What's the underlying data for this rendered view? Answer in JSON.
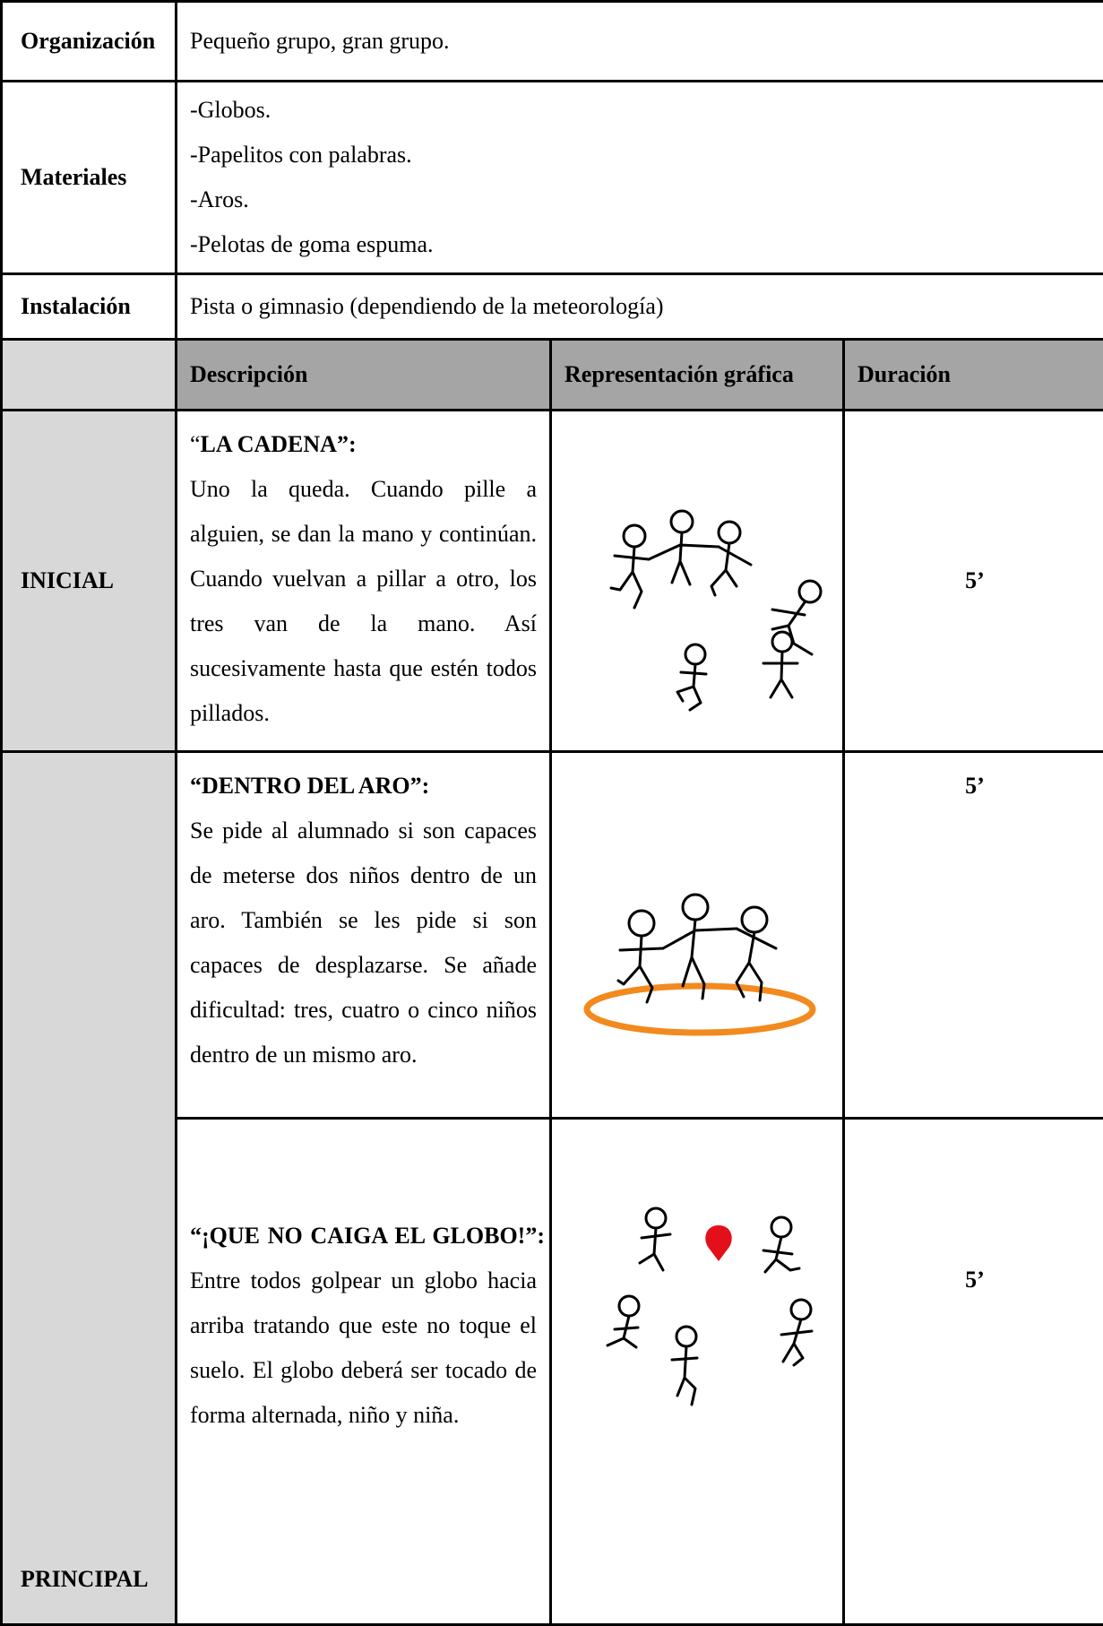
{
  "rows": {
    "organizacion": {
      "label": "Organización",
      "value": "Pequeño grupo, gran grupo."
    },
    "materiales": {
      "label": "Materiales",
      "items": [
        "-Globos.",
        "-Papelitos con palabras.",
        "-Aros.",
        "-Pelotas de goma espuma."
      ]
    },
    "instalacion": {
      "label": "Instalación",
      "value": "Pista o gimnasio (dependiendo de la meteorología)"
    }
  },
  "header": {
    "descripcion": "Descripción",
    "representacion": "Representación gráfica",
    "duracion": "Duración"
  },
  "phases": {
    "inicial": "INICIAL",
    "principal": "PRINCIPAL"
  },
  "activities": [
    {
      "title_open": "“",
      "title": "LA CADENA”:",
      "text": "Uno la queda. Cuando pille a alguien, se dan la mano y continúan. Cuando vuelvan a pillar a otro, los tres van de la mano. Así sucesivamente hasta que estén todos pillados.",
      "duration": "5’"
    },
    {
      "title": "“DENTRO DEL ARO”:",
      "text": "Se pide al alumnado si son capaces de meterse dos niños dentro de un aro. También se les pide si son capaces de desplazarse. Se añade dificultad: tres, cuatro o cinco niños dentro de un mismo aro.",
      "duration": "5’"
    },
    {
      "title": "“¡QUE NO CAIGA EL GLOBO!”:",
      "text": "Entre todos golpear un globo hacia arriba tratando que este no toque el suelo. El globo deberá ser tocado de forma alternada, niño y niña.",
      "duration": "5’"
    }
  ],
  "colors": {
    "header_bg": "#a5a5a5",
    "phase_bg": "#d8d8d8",
    "hoop": "#f28a1e",
    "balloon": "#e3101b"
  },
  "icons": [
    "stick-figure-icon",
    "hoop-icon",
    "balloon-icon"
  ]
}
